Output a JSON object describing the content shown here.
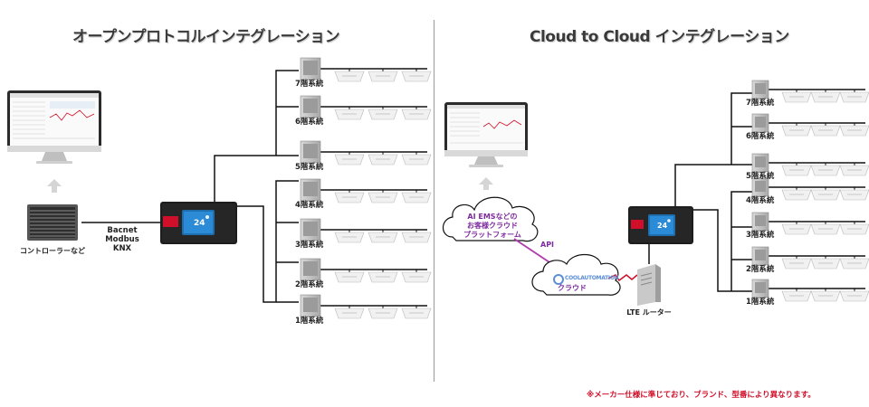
{
  "left": {
    "title": "オープンプロトコルインテグレーション",
    "controller_label": "コントローラーなど",
    "protocols": [
      "Bacnet",
      "Modbus",
      "KNX"
    ],
    "floors": [
      "7階系統",
      "6階系統",
      "5階系統",
      "4階系統",
      "3階系統",
      "2階系統",
      "1階系統"
    ]
  },
  "right": {
    "title": "Cloud to Cloud インテグレーション",
    "cloud_ems_lines": [
      "AI EMSなどの",
      "お客様クラウド",
      "プラットフォーム"
    ],
    "api_label": "API",
    "coolautomation_logo": "COOLAUTOMATION",
    "coolautomation_cloud_label": "クラウド",
    "router_label": "LTE ルーター",
    "floors": [
      "7階系統",
      "6階系統",
      "5階系統",
      "4階系統",
      "3階系統",
      "2階系統",
      "1階系統"
    ]
  },
  "device_screen": {
    "value": "24"
  },
  "footnote": "※メーカー仕様に準じており、ブランド、型番により異なります。",
  "colors": {
    "accent_red": "#d0102a",
    "cloud_purple": "#7d2a9e",
    "device_screen": "#1e6fb0"
  }
}
